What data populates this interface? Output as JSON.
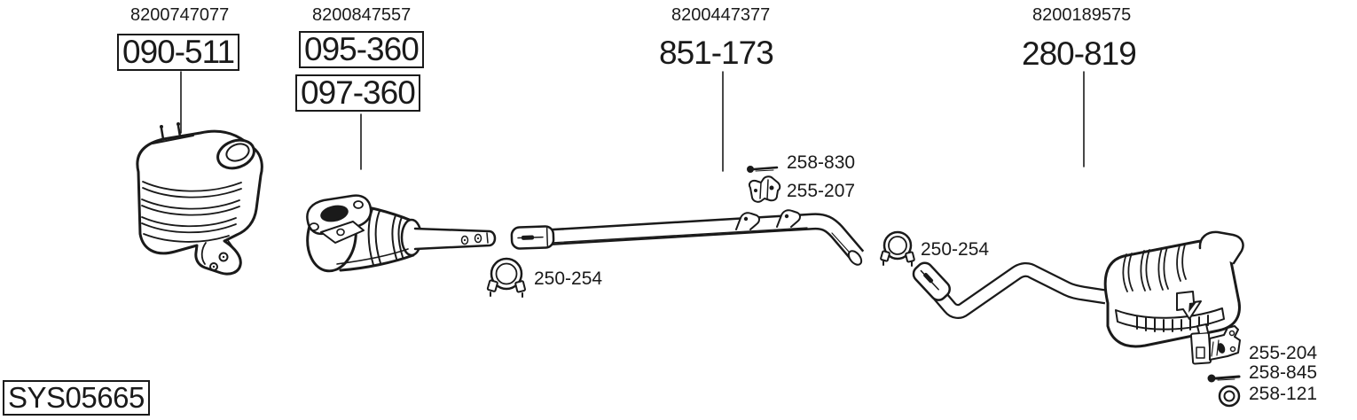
{
  "colors": {
    "background": "#ffffff",
    "ink": "#1a1a1a"
  },
  "diagram": {
    "system_code": "SYS05665",
    "part_groups": [
      {
        "oem_number": "8200747077",
        "part_numbers": [
          "090-511"
        ],
        "boxed": true,
        "component": "front-catalytic-converter"
      },
      {
        "oem_number": "8200847557",
        "part_numbers": [
          "095-360",
          "097-360"
        ],
        "boxed": true,
        "component": "middle-catalyst-silencer"
      },
      {
        "oem_number": "8200447377",
        "part_numbers": [
          "851-173"
        ],
        "boxed": false,
        "component": "center-pipe"
      },
      {
        "oem_number": "8200189575",
        "part_numbers": [
          "280-819"
        ],
        "boxed": false,
        "component": "rear-silencer"
      }
    ],
    "callouts": [
      {
        "part_number": "258-830",
        "icon": "bolt-icon"
      },
      {
        "part_number": "255-207",
        "icon": "rubber-mount-icon"
      },
      {
        "part_number": "250-254",
        "icon": "pipe-clamp-icon"
      },
      {
        "part_number": "250-254",
        "icon": "pipe-clamp-icon"
      },
      {
        "part_number": "255-204",
        "icon": "rubber-mount-icon"
      },
      {
        "part_number": "258-845",
        "icon": "bolt-icon"
      },
      {
        "part_number": "258-121",
        "icon": "gasket-ring-icon"
      }
    ]
  }
}
